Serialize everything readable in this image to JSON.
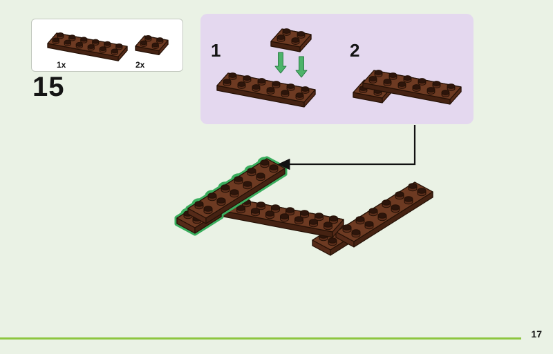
{
  "page": {
    "step_number": "15",
    "page_number": "17"
  },
  "parts_box": {
    "parts": [
      {
        "part": "plate-2x6-reddish-brown",
        "count": "1x"
      },
      {
        "part": "plate-2x2-reddish-brown",
        "count": "2x"
      }
    ]
  },
  "instruction_panel": {
    "substeps": [
      {
        "label": "1"
      },
      {
        "label": "2"
      }
    ]
  },
  "colors": {
    "background": "#eaf2e5",
    "panel_background": "#e4d8ef",
    "footer_line": "#8dc63f",
    "plate_top": "#6d3a22",
    "plate_front": "#452212",
    "plate_end": "#552a18",
    "stud_side": "#5a2d1a",
    "stud_top": "#2d150b",
    "outline": "#241106",
    "highlight": "#3bae5e",
    "arrow_green": "#4db36a",
    "callout": "#111111"
  }
}
